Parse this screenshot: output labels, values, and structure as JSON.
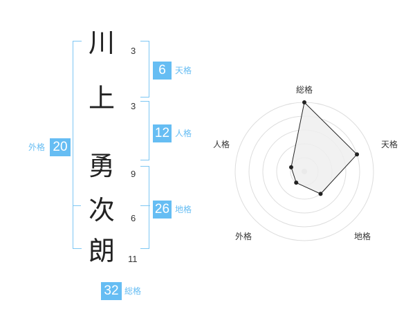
{
  "name": {
    "characters": [
      {
        "char": "川",
        "strokes": "3"
      },
      {
        "char": "上",
        "strokes": "3"
      },
      {
        "char": "勇",
        "strokes": "9"
      },
      {
        "char": "次",
        "strokes": "6"
      },
      {
        "char": "朗",
        "strokes": "11"
      }
    ]
  },
  "fortunes": {
    "tenkaku": {
      "label": "天格",
      "value": "6"
    },
    "jinkaku": {
      "label": "人格",
      "value": "12"
    },
    "chikaku": {
      "label": "地格",
      "value": "26"
    },
    "gaikaku": {
      "label": "外格",
      "value": "20"
    },
    "soukaku": {
      "label": "総格",
      "value": "32"
    }
  },
  "radar": {
    "axes": [
      "総格",
      "天格",
      "地格",
      "外格",
      "人格"
    ],
    "values": [
      5,
      4,
      2,
      1,
      1
    ],
    "max": 5,
    "colors": {
      "fill": "#efefef",
      "line": "#222222",
      "grid": "#dddddd",
      "point": "#222222"
    }
  },
  "colors": {
    "accent": "#66bdf3",
    "bracket": "#7cc6f3"
  }
}
